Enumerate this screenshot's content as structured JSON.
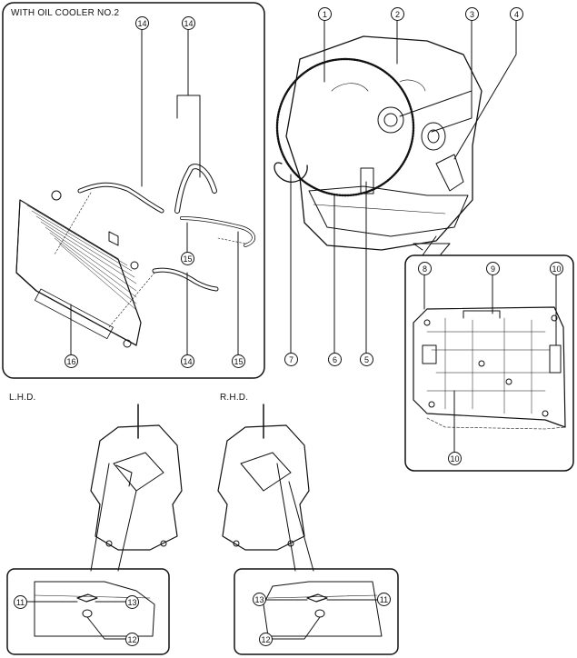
{
  "labels": {
    "oil_cooler_panel": "WITH OIL COOLER NO.2",
    "lhd": "L.H.D.",
    "rhd": "R.H.D."
  },
  "callouts": {
    "n1": "1",
    "n2": "2",
    "n3": "3",
    "n4": "4",
    "n5": "5",
    "n6": "6",
    "n7": "7",
    "n8": "8",
    "n9": "9",
    "n10a": "10",
    "n10b": "10",
    "n11a": "11",
    "n11b": "11",
    "n12a": "12",
    "n12b": "12",
    "n13a": "13",
    "n13b": "13",
    "n14a": "14",
    "n14b": "14",
    "n14c": "14",
    "n15a": "15",
    "n15b": "15",
    "n16": "16"
  }
}
